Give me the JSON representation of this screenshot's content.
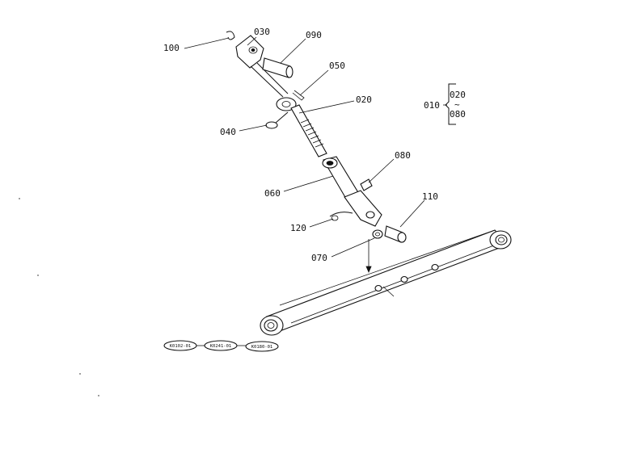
{
  "callouts": {
    "p100": "100",
    "p030": "030",
    "p090": "090",
    "p050": "050",
    "p020": "020",
    "p040": "040",
    "p080": "080",
    "p060": "060",
    "p110": "110",
    "p120": "120",
    "p070": "070"
  },
  "assembly_group": {
    "parent": "010",
    "from": "020",
    "range_mark": "~",
    "to": "080"
  },
  "ref_codes": [
    "K0102-01",
    "K0241-01",
    "K0180-01"
  ],
  "colors": {
    "ink": "#111111",
    "paper": "#ffffff"
  }
}
